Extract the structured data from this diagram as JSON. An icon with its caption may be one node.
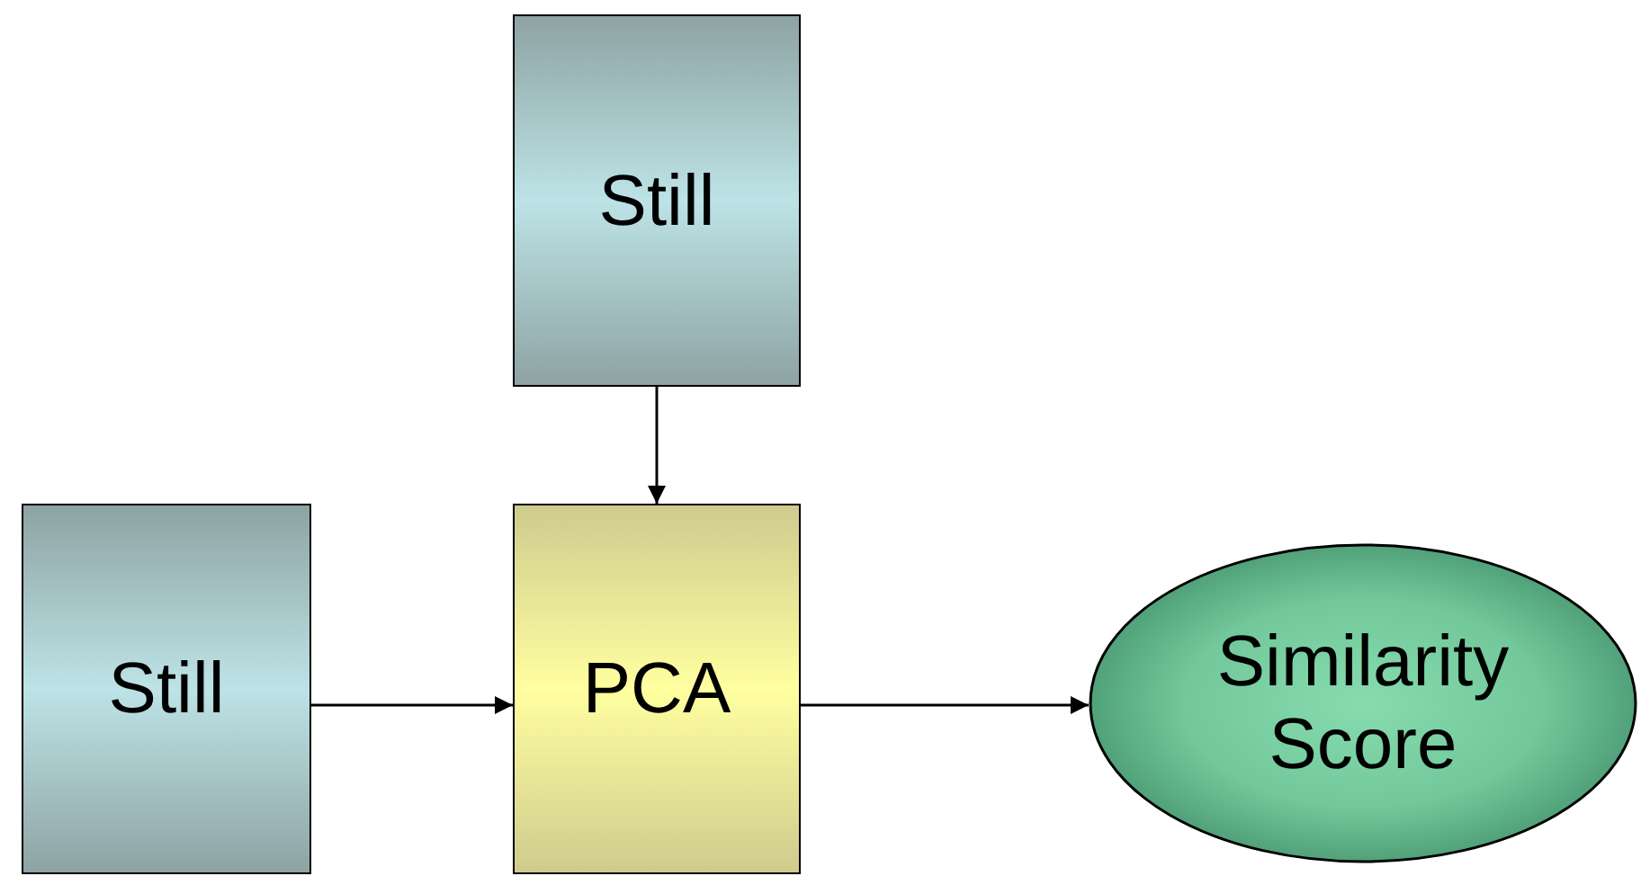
{
  "diagram": {
    "nodes": [
      {
        "text": [
          "Still"
        ]
      },
      {
        "text": [
          "Still"
        ]
      },
      {
        "text": [
          "PCA"
        ]
      },
      {
        "text": [
          "Similarity Score"
        ]
      }
    ],
    "edges": [
      {
        "from": 0,
        "to": 2,
        "arrow": "to"
      },
      {
        "from": 1,
        "to": 2,
        "arrow": "to"
      },
      {
        "from": 2,
        "to": 3,
        "arrow": "to"
      }
    ]
  }
}
